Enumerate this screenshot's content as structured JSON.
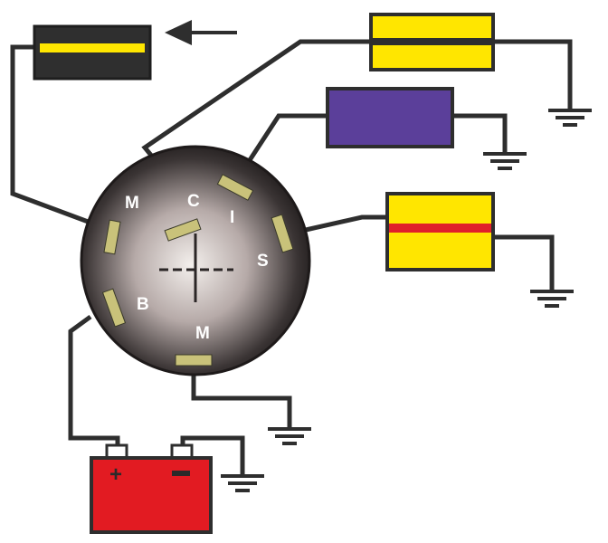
{
  "switch": {
    "terminals": {
      "m_left": "M",
      "c": "C",
      "i": "I",
      "s": "S",
      "b": "B",
      "m_bottom": "M"
    }
  },
  "battery": {
    "positive": "+",
    "negative": "-"
  },
  "colors": {
    "wire": "#2e2e2e",
    "dark_box": "#2f2f2f",
    "yellow": "#ffe600",
    "purple": "#5b3f9a",
    "red_stripe": "#e0202a",
    "battery": "#e21b22",
    "terminal_tab": "#c9c27a"
  },
  "icons": [
    "arrow-left-icon",
    "ground-symbol-icon",
    "battery-icon",
    "ignition-switch-icon"
  ]
}
